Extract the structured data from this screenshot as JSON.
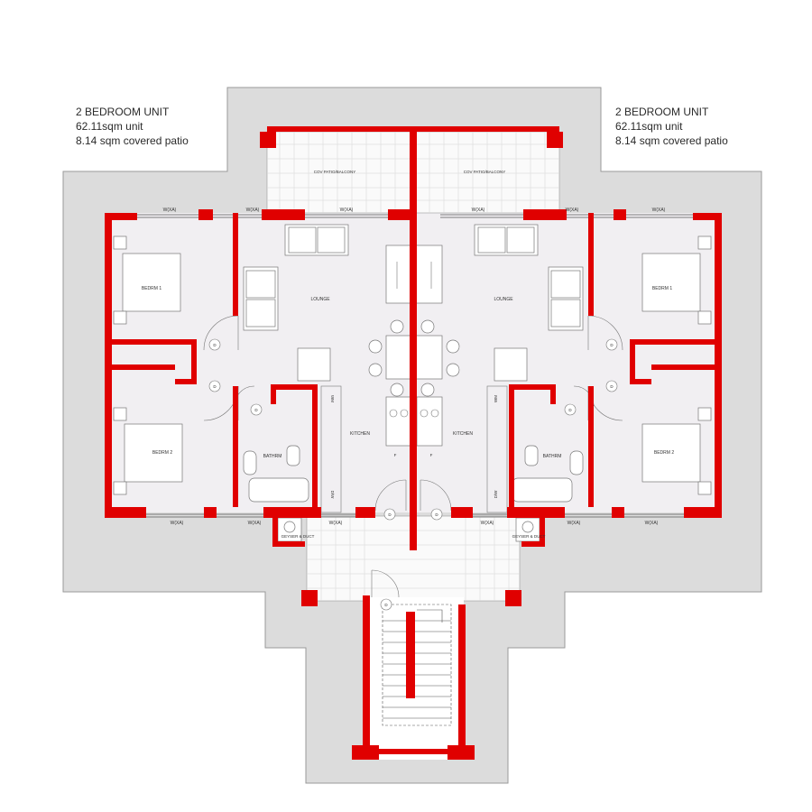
{
  "units": {
    "left": {
      "title": "2 BEDROOM UNIT",
      "area": "62.11sqm unit",
      "patio": "8.14 sqm covered patio"
    },
    "right": {
      "title": "2 BEDROOM UNIT",
      "area": "62.11sqm unit",
      "patio": "8.14 sqm covered patio"
    }
  },
  "rooms": {
    "bedroom1": "BEDRM 1",
    "bedroom2": "BEDRM 2",
    "lounge": "LOUNGE",
    "kitchen": "KITCHEN",
    "bathroom": "BATHRM",
    "patio": "COV PATIO/BALCONY",
    "geyser": "GEYSER & DUCT"
  },
  "window_label": "W(XA)",
  "door_label": "D",
  "appliance_labels": {
    "fridge": "F",
    "washer": "WM",
    "dishwasher": "D/W"
  },
  "colors": {
    "wall": "#e00000",
    "floor": "#f1eff2",
    "surround": "#dcdcdc",
    "outline": "#8a8a8a"
  }
}
